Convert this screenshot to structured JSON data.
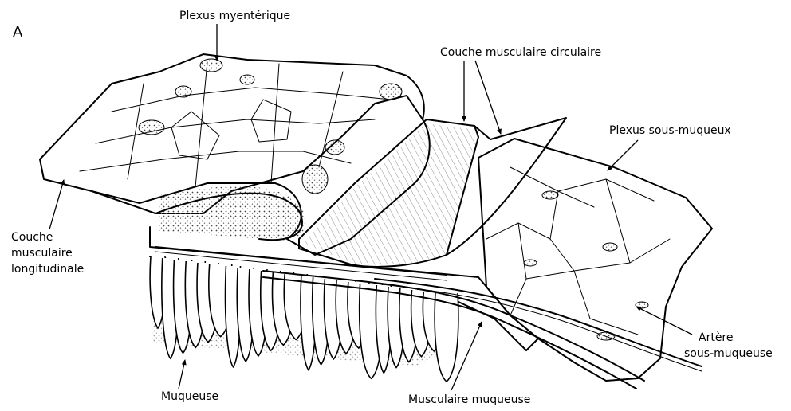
{
  "panel_letter": "A",
  "labels": {
    "plexus_myenterique": "Plexus myentérique",
    "couche_circulaire": "Couche musculaire circulaire",
    "plexus_sous_muqueux": "Plexus sous-muqueux",
    "couche_longitudinale": [
      "Couche",
      "musculaire",
      "longitudinale"
    ],
    "artere": [
      "Artère",
      "sous-muqueuse"
    ],
    "muqueuse": "Muqueuse",
    "musculaire_muqueuse": "Musculaire muqueuse"
  },
  "colors": {
    "ink": "#000000",
    "paper": "#ffffff",
    "stipple": "#555555"
  }
}
